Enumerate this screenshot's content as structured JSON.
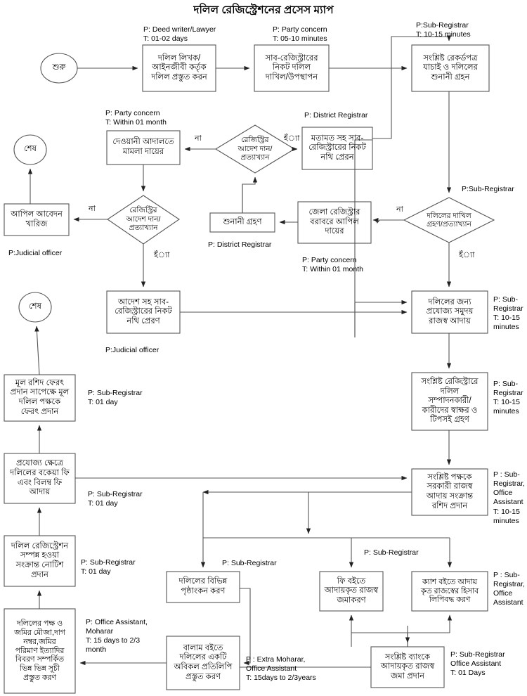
{
  "title": "দলিল রেজিস্ট্রেশনের প্রসেস ম্যাপ",
  "nodes": {
    "start": "শুরু",
    "deed_prepare": "দলিল লিখক/\nআইনজীবী কর্তৃক\nদলিল প্রস্তুত করন",
    "submit_to_sr": "সাব-রেজিস্ট্রারের\nনিকট দলিল\nদাখিল/উপস্থাপন",
    "verify_records": "সংশ্লিষ্ট রেকর্ডপত্র\nযাচাই ও দলিলের\nশুনানী গ্রহন",
    "civil_court_case": "দেওয়ানী আদালতে\nমামলা দায়ের",
    "registrar_order_1": "রেজিস্ট্রির\nআদেশ দান/\nপ্রত্যাখ্যান",
    "opinion_to_sr": "মতামত সহ সাব-\nরেজিস্ট্রারের নিকট\nনথি প্রেরন",
    "doc_accept_reject": "দলিলের দাখিল\nগ্রহণ/প্রত্যাখ্যান",
    "appeal_rejected": "আপিল আবেদন\nখারিজ",
    "registrar_order_2": "রেজিস্ট্রির\nআদেশ দান/\nপ্রত্যাখ্যান",
    "hearing": "শুনানী গ্রহণ",
    "appeal_to_dr": "জেলা রেজিস্ট্রার\nবরাবরে আপিল\nদায়ের",
    "end_top": "শেষ",
    "end_mid": "শেষ",
    "order_to_sr": "আদেশ সহ সাব-\nরেজিস্ট্রারের নিকট\nনথি প্রেরণ",
    "revenue_collect": "দলিলের জন্য\nপ্রযোজ্য সমুদয়\nরাজস্ব আদায়",
    "signature_collect": "সংশ্লিষ্ট রেজিস্ট্রারে\nদলিল\nসম্পাদনকারী/\nকারীদের স্বাক্ষর ও\nটিপসই গ্রহণ",
    "receipt_issue": "সংশ্লিষ্ট পক্ষকে\nসরকারী রাজস্ব\nআদায় সংক্রান্ত\nরশিদ প্রদান",
    "due_fee_collect": "প্রযোজ্য ক্ষেত্রে\nদলিলের বকেয়া ফি\nএবং বিলম্ব ফি\nআদায়",
    "orig_doc_return": "মূল রশিদ ফেরৎ\nপ্রদান সাপেক্ষে মূল\nদলিল পক্ষকে\nফেরৎ প্রদান",
    "reg_notice": "দলিল রেজিস্ট্রেশন\nসম্পন্ন হওয়া\nসংক্রান্ত নোটিশ\nপ্রদান",
    "index_prepare": "দলিলের পক্ষ ও\nজমির মৌজা,দাগ\nনম্বর,জমির\nপরিমাণ ইত্যাদির\nবিবরণ সম্পর্কিত\nভিন্ন ভিন্ন সূচী\nপ্রস্তুত করণ",
    "endorsement": "দলিলের বিভিন্ন\nপৃষ্ঠাংকন করণ",
    "fee_book_entry": "ফি বইতে\nআদায়কৃত রাজস্ব\nজমাকরণ",
    "cash_book_entry": "ক্যাশ বইতে আদায়\nকৃত রাজস্বের হিসাব\nলিপিবদ্ধ করণ",
    "balam_copy": "বালাম বইতে\nদলিলের একটি\nঅবিকল প্রতিলিপি\nপ্রস্তুত করণ",
    "bank_deposit": "সংশ্লিষ্ট ব্যাংকে\nআদায়কৃত রাজস্ব\nজমা প্রদান"
  },
  "notes": {
    "deed_prepare": "P: Deed writer/Lawyer\nT: 01-02 days",
    "submit_to_sr": "P: Party concern\nT: 05-10 minutes",
    "verify_records": "P:Sub-Registrar\nT: 10-15 minutes",
    "civil_court_case": "P: Party concern\nT: Within 01 month",
    "opinion_to_sr": "P: District Registrar",
    "doc_accept_reject": "P:Sub-Registrar",
    "appeal_rejected": "P:Judicial officer",
    "hearing": "P: District Registrar",
    "appeal_to_dr": "P: Party concern\nT: Within 01 month",
    "order_to_sr": "P:Judicial officer",
    "revenue_collect": "P: Sub-\nRegistrar\nT: 10-15\nminutes",
    "signature_collect": "P: Sub-\nRegistrar\nT: 10-15\nminutes",
    "receipt_issue": "P : Sub-\nRegistrar,\nOffice\nAssistant\nT: 10-15\nminutes",
    "orig_doc_return": "P: Sub-Registrar\nT: 01 day",
    "due_fee_collect": "P: Sub-Registrar\nT: 01 day",
    "reg_notice": "P: Sub-Registrar\nT: 01 day",
    "index_prepare": "P: Office Assistant,\nMoharar\nT: 15 days to 2/3\nmonth",
    "endorsement": "P: Sub-Registrar",
    "fee_book_entry": "P: Sub-Registrar",
    "cash_book_entry": "P : Sub-\nRegistrar,\nOffice\nAssistant",
    "balam_copy": "P : Extra Moharar,\nOffice Assistant\nT: 15days to 2/3years",
    "bank_deposit": "P: Sub-Registrar\nOffice Assistant\nT: 01 Days"
  },
  "edge_labels": {
    "no_1": "না",
    "yes_1": "হঁ্যা",
    "no_2": "না",
    "yes_2": "হঁ্যা",
    "no_3": "না",
    "yes_3": "হঁ্যা"
  },
  "chart_data": {
    "type": "diagram",
    "title": "দলিল রেজিস্ট্রেশনের প্রসেস ম্যাপ",
    "diagram_kind": "flowchart",
    "node_count": 26,
    "shapes": {
      "ellipse": [
        "শুরু",
        "শেষ",
        "শেষ"
      ],
      "diamond": [
        "রেজিস্ট্রির আদেশ দান/প্রত্যাখ্যান",
        "রেজিস্ট্রির আদেশ দান/প্রত্যাখ্যান",
        "দলিলের দাখিল গ্রহণ/প্রত্যাখ্যান"
      ],
      "process": 20
    },
    "colors": {
      "stroke": "#555555",
      "fill": "#ffffff",
      "text": "#000000"
    }
  }
}
